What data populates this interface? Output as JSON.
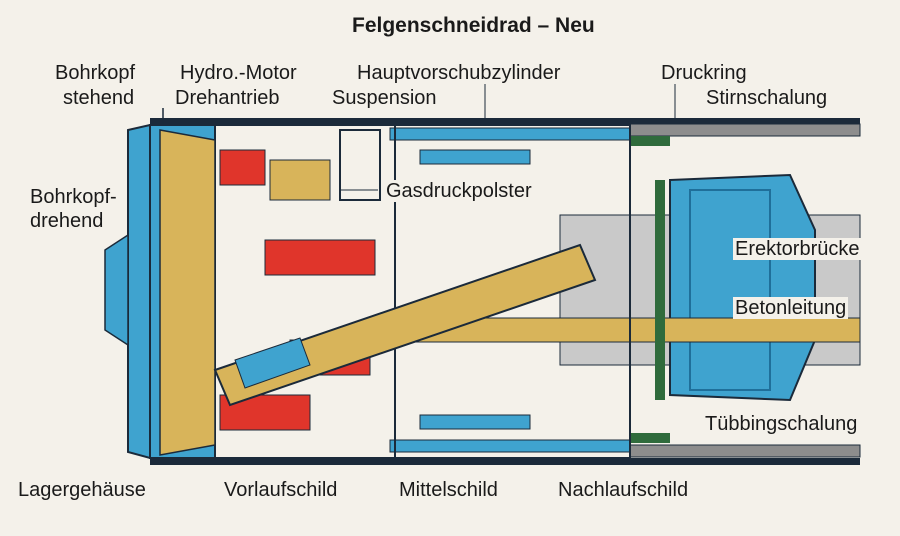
{
  "title": "Felgenschneidrad – Neu",
  "labels": {
    "bohrkopf_stehend_1": "Bohrkopf",
    "bohrkopf_stehend_2": "stehend",
    "hydro_motor": "Hydro.-Motor",
    "drehantrieb": "Drehantrieb",
    "hauptvorschubzylinder": "Hauptvorschubzylinder",
    "suspension": "Suspension",
    "druckring": "Druckring",
    "stirnschalung": "Stirnschalung",
    "bohrkopf_drehend_1": "Bohrkopf-",
    "bohrkopf_drehend_2": "drehend",
    "gasdruckpolster": "Gasdruckpolster",
    "erektorbruecke": "Erektorbrücke",
    "betonleitung": "Betonleitung",
    "tuebbingschalung": "Tübbingschalung",
    "lagergehaeuse": "Lagergehäuse",
    "vorlaufschild": "Vorlaufschild",
    "mittelschild": "Mittelschild",
    "nachlaufschild": "Nachlaufschild"
  },
  "colors": {
    "blue": "#3fa3cf",
    "blue_dark": "#1f6f9a",
    "yellow": "#d8b45a",
    "red": "#e0352b",
    "green": "#2f6b3c",
    "grey": "#8d8d8d",
    "outline": "#1b2a3a"
  }
}
